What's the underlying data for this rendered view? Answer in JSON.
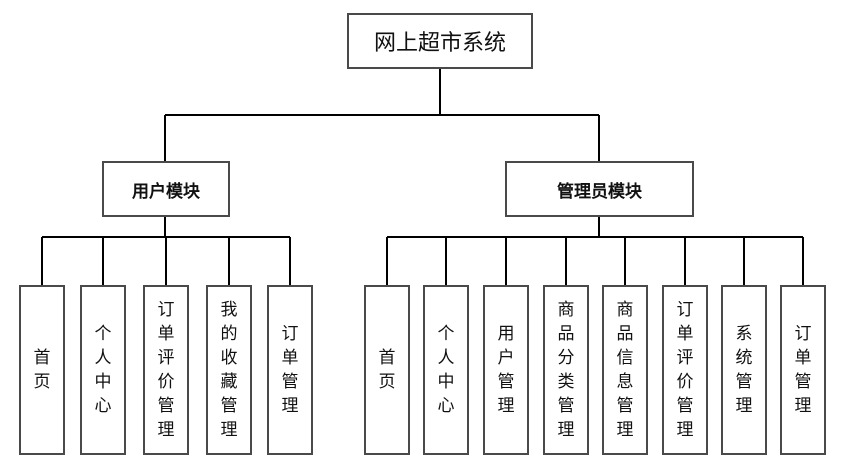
{
  "root": {
    "label": "网上超市系统"
  },
  "modules": [
    {
      "label": "用户模块",
      "children": [
        "首页",
        "个人中心",
        "订单评价管理",
        "我的收藏管理",
        "订单管理"
      ]
    },
    {
      "label": "管理员模块",
      "children": [
        "首页",
        "个人中心",
        "用户管理",
        "商品分类管理",
        "商品信息管理",
        "订单评价管理",
        "系统管理",
        "订单管理"
      ]
    }
  ],
  "colors": {
    "line": "#000000",
    "border": "#4a4a4a"
  }
}
